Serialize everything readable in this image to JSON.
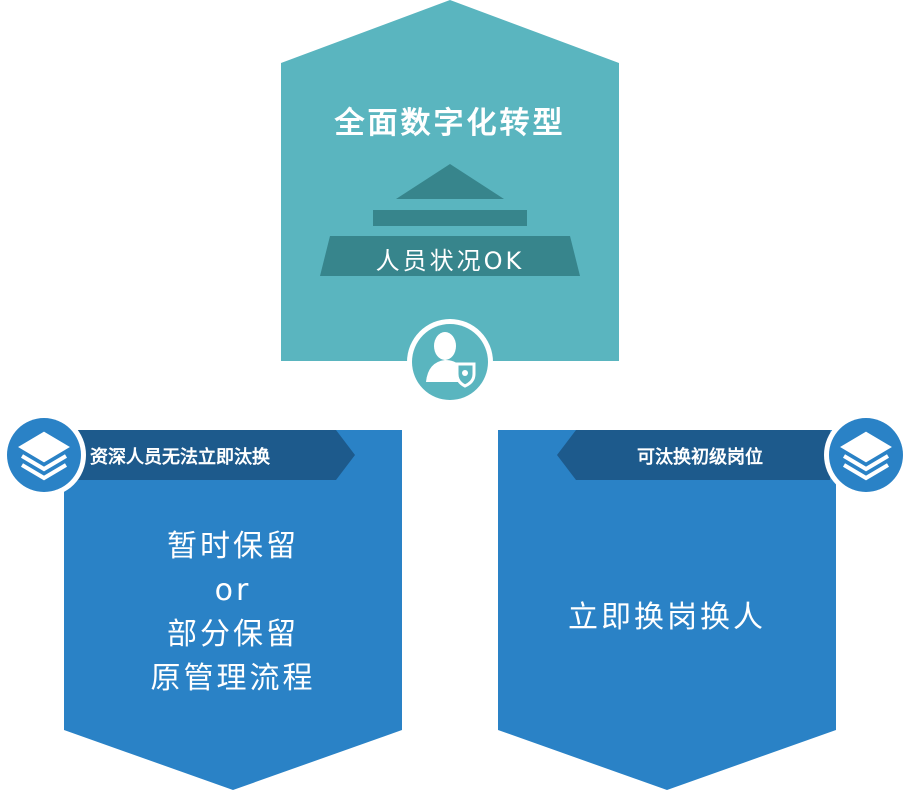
{
  "top": {
    "title": "全面数字化转型",
    "base_label": "人员状况OK",
    "icon": "user-shield-icon"
  },
  "left": {
    "banner": "资深人员无法立即汰换",
    "lines": [
      "暂时保留",
      "or",
      "部分保留",
      "原管理流程"
    ],
    "icon": "layers-icon"
  },
  "right": {
    "banner": "可汰换初级岗位",
    "body": "立即换岗换人",
    "icon": "layers-icon"
  },
  "colors": {
    "teal": "#5ab5bf",
    "dark_teal": "#37858c",
    "blue": "#2a82c6",
    "dark_blue": "#1d5a8c"
  }
}
